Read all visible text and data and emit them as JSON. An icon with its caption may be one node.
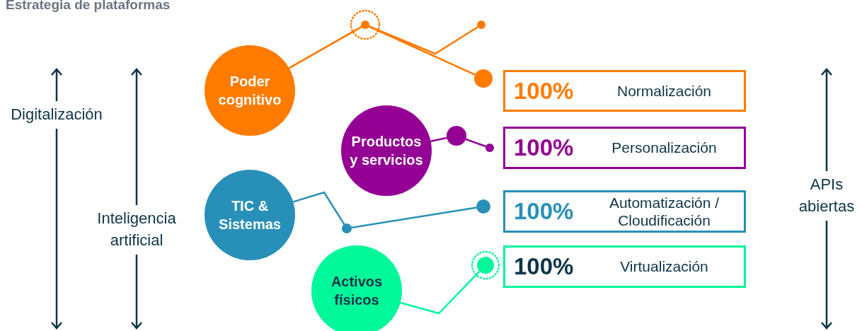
{
  "diagram": {
    "title": "Estrategia de plataformas",
    "nodes": [
      {
        "text": [
          "Poder cognitivo"
        ]
      },
      {
        "text": [
          "Productos y servicios"
        ]
      },
      {
        "text": [
          "TIC & Sistemas"
        ]
      },
      {
        "text": [
          "Activos físicos"
        ]
      },
      {
        "text": [
          "100%",
          "Normalización"
        ]
      },
      {
        "text": [
          "100%",
          "Personalización"
        ]
      },
      {
        "text": [
          "100%",
          "Automatización / Cloudificación"
        ]
      },
      {
        "text": [
          "100%",
          "Virtualización"
        ]
      },
      {
        "text": [],
        "shape": "circle"
      },
      {
        "text": [],
        "shape": "circle"
      },
      {
        "text": [],
        "shape": "circle"
      },
      {
        "text": [],
        "shape": "circle"
      },
      {
        "text": [],
        "shape": "circle"
      }
    ],
    "edges": [
      {
        "from": 0,
        "to": 9,
        "arrow": "none",
        "color": "#ff7b00"
      },
      {
        "from": 0,
        "to": 8,
        "arrow": "none",
        "color": "#ff7b00"
      },
      {
        "from": 1,
        "to": 10,
        "arrow": "none",
        "color": "#930093"
      },
      {
        "from": 2,
        "to": 11,
        "arrow": "none",
        "color": "#2890b8"
      },
      {
        "from": 3,
        "to": 12,
        "arrow": "none",
        "color": "#00f79a"
      }
    ],
    "labels": [
      "Digitalización",
      "Inteligencia artificial",
      "APIs abiertas"
    ]
  }
}
